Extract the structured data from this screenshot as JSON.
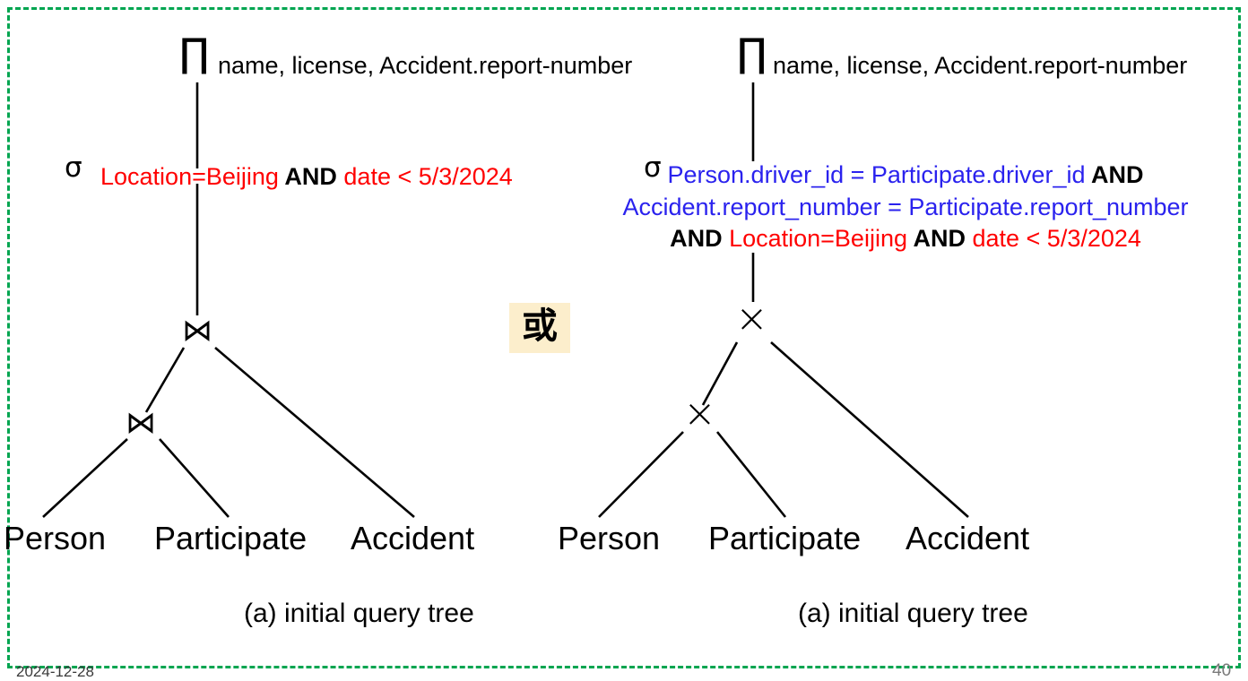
{
  "slide": {
    "border_color": "#00a550",
    "background": "#ffffff",
    "footer_date": "2024-12-28",
    "page_number": "40",
    "or_divider": {
      "label": "或",
      "background": "#fceecc"
    }
  },
  "colors": {
    "select_predicate": "#ff0000",
    "join_predicate": "#2a22ee",
    "operator": "#000000",
    "frame": "#00a550"
  },
  "trees": [
    {
      "id": "left",
      "projection": {
        "symbol": "∏",
        "attributes": "name, license, Accident.report-number"
      },
      "selection": {
        "symbol": "σ",
        "lines": [
          [
            {
              "text": "Location=Beijing",
              "style": "red"
            },
            {
              "text": " AND ",
              "style": "bold-black"
            },
            {
              "text": "date < 5/3/2024",
              "style": "red"
            }
          ]
        ]
      },
      "operators": [
        {
          "name": "join-root",
          "symbol": "⋈",
          "type": "join"
        },
        {
          "name": "join-inner",
          "symbol": "⋈",
          "type": "join"
        }
      ],
      "relations": [
        "Person",
        "Participate",
        "Accident"
      ],
      "caption": "(a) initial query tree"
    },
    {
      "id": "right",
      "projection": {
        "symbol": "∏",
        "attributes": "name, license, Accident.report-number"
      },
      "selection": {
        "symbol": "σ",
        "lines": [
          [
            {
              "text": "Person.driver_id = Participate.driver_id",
              "style": "blue"
            },
            {
              "text": "  AND",
              "style": "bold-black"
            }
          ],
          [
            {
              "text": "Accident.report_number = Participate.report_number",
              "style": "blue"
            }
          ],
          [
            {
              "text": "AND",
              "style": "bold-black"
            },
            {
              "text": "  Location=Beijing",
              "style": "red"
            },
            {
              "text": " AND ",
              "style": "bold-black"
            },
            {
              "text": "date < 5/3/2024",
              "style": "red"
            }
          ]
        ]
      },
      "operators": [
        {
          "name": "cross-root",
          "symbol": "×",
          "type": "cartesian-product"
        },
        {
          "name": "cross-inner",
          "symbol": "×",
          "type": "cartesian-product"
        }
      ],
      "relations": [
        "Person",
        "Participate",
        "Accident"
      ],
      "caption": "(a) initial query tree"
    }
  ]
}
